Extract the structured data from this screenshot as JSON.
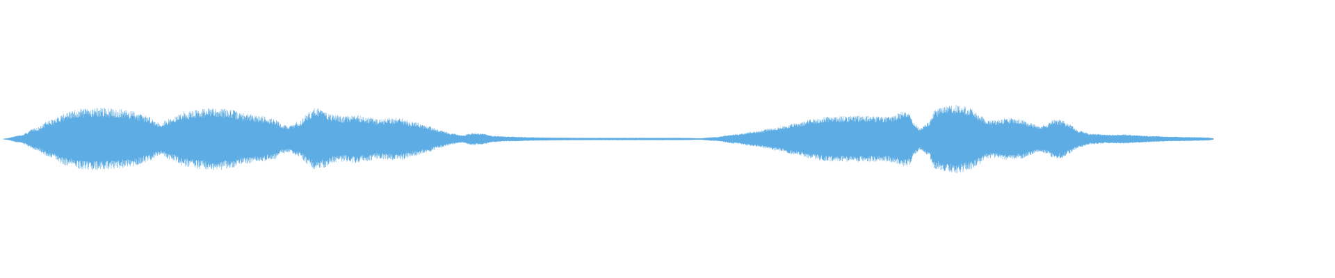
{
  "waveform": {
    "color": "#5dace3",
    "segments": [
      {
        "envelope": [
          [
            0.0,
            0.01
          ],
          [
            0.025,
            0.1
          ],
          [
            0.045,
            0.28
          ],
          [
            0.07,
            0.5
          ],
          [
            0.09,
            0.68
          ],
          [
            0.11,
            0.77
          ],
          [
            0.135,
            0.8
          ],
          [
            0.16,
            0.77
          ],
          [
            0.185,
            0.72
          ],
          [
            0.205,
            0.6
          ],
          [
            0.225,
            0.42
          ],
          [
            0.24,
            0.52
          ],
          [
            0.26,
            0.7
          ],
          [
            0.285,
            0.77
          ],
          [
            0.305,
            0.8
          ],
          [
            0.325,
            0.76
          ],
          [
            0.345,
            0.66
          ],
          [
            0.37,
            0.6
          ],
          [
            0.39,
            0.52
          ],
          [
            0.4,
            0.38
          ],
          [
            0.41,
            0.34
          ],
          [
            0.425,
            0.45
          ],
          [
            0.44,
            0.7
          ],
          [
            0.45,
            0.82
          ],
          [
            0.46,
            0.73
          ],
          [
            0.475,
            0.62
          ],
          [
            0.49,
            0.58
          ],
          [
            0.505,
            0.62
          ],
          [
            0.52,
            0.58
          ],
          [
            0.54,
            0.5
          ],
          [
            0.555,
            0.54
          ],
          [
            0.57,
            0.55
          ],
          [
            0.59,
            0.44
          ],
          [
            0.61,
            0.34
          ],
          [
            0.63,
            0.22
          ],
          [
            0.645,
            0.14
          ],
          [
            0.66,
            0.1
          ],
          [
            0.675,
            0.16
          ],
          [
            0.69,
            0.14
          ],
          [
            0.705,
            0.08
          ],
          [
            0.73,
            0.06
          ],
          [
            0.76,
            0.045
          ],
          [
            0.8,
            0.035
          ],
          [
            0.85,
            0.03
          ],
          [
            0.9,
            0.03
          ],
          [
            0.95,
            0.03
          ],
          [
            0.98,
            0.03
          ],
          [
            1.0,
            0.02
          ]
        ],
        "peak_jitter": 0.18,
        "seed": 7
      },
      {
        "envelope": [
          [
            0.0,
            0.02
          ],
          [
            0.03,
            0.05
          ],
          [
            0.07,
            0.12
          ],
          [
            0.11,
            0.2
          ],
          [
            0.15,
            0.3
          ],
          [
            0.19,
            0.42
          ],
          [
            0.22,
            0.52
          ],
          [
            0.25,
            0.58
          ],
          [
            0.29,
            0.6
          ],
          [
            0.33,
            0.6
          ],
          [
            0.36,
            0.58
          ],
          [
            0.38,
            0.62
          ],
          [
            0.395,
            0.72
          ],
          [
            0.41,
            0.68
          ],
          [
            0.42,
            0.4
          ],
          [
            0.43,
            0.28
          ],
          [
            0.445,
            0.42
          ],
          [
            0.46,
            0.78
          ],
          [
            0.485,
            0.86
          ],
          [
            0.505,
            0.88
          ],
          [
            0.525,
            0.82
          ],
          [
            0.545,
            0.66
          ],
          [
            0.56,
            0.5
          ],
          [
            0.58,
            0.5
          ],
          [
            0.6,
            0.55
          ],
          [
            0.625,
            0.52
          ],
          [
            0.645,
            0.42
          ],
          [
            0.66,
            0.34
          ],
          [
            0.675,
            0.38
          ],
          [
            0.69,
            0.5
          ],
          [
            0.705,
            0.5
          ],
          [
            0.72,
            0.38
          ],
          [
            0.74,
            0.22
          ],
          [
            0.76,
            0.14
          ],
          [
            0.8,
            0.11
          ],
          [
            0.83,
            0.12
          ],
          [
            0.85,
            0.1
          ],
          [
            0.88,
            0.08
          ],
          [
            0.92,
            0.06
          ],
          [
            0.96,
            0.05
          ],
          [
            0.99,
            0.04
          ],
          [
            1.0,
            0.02
          ]
        ],
        "peak_jitter": 0.16,
        "seed": 19
      }
    ]
  }
}
